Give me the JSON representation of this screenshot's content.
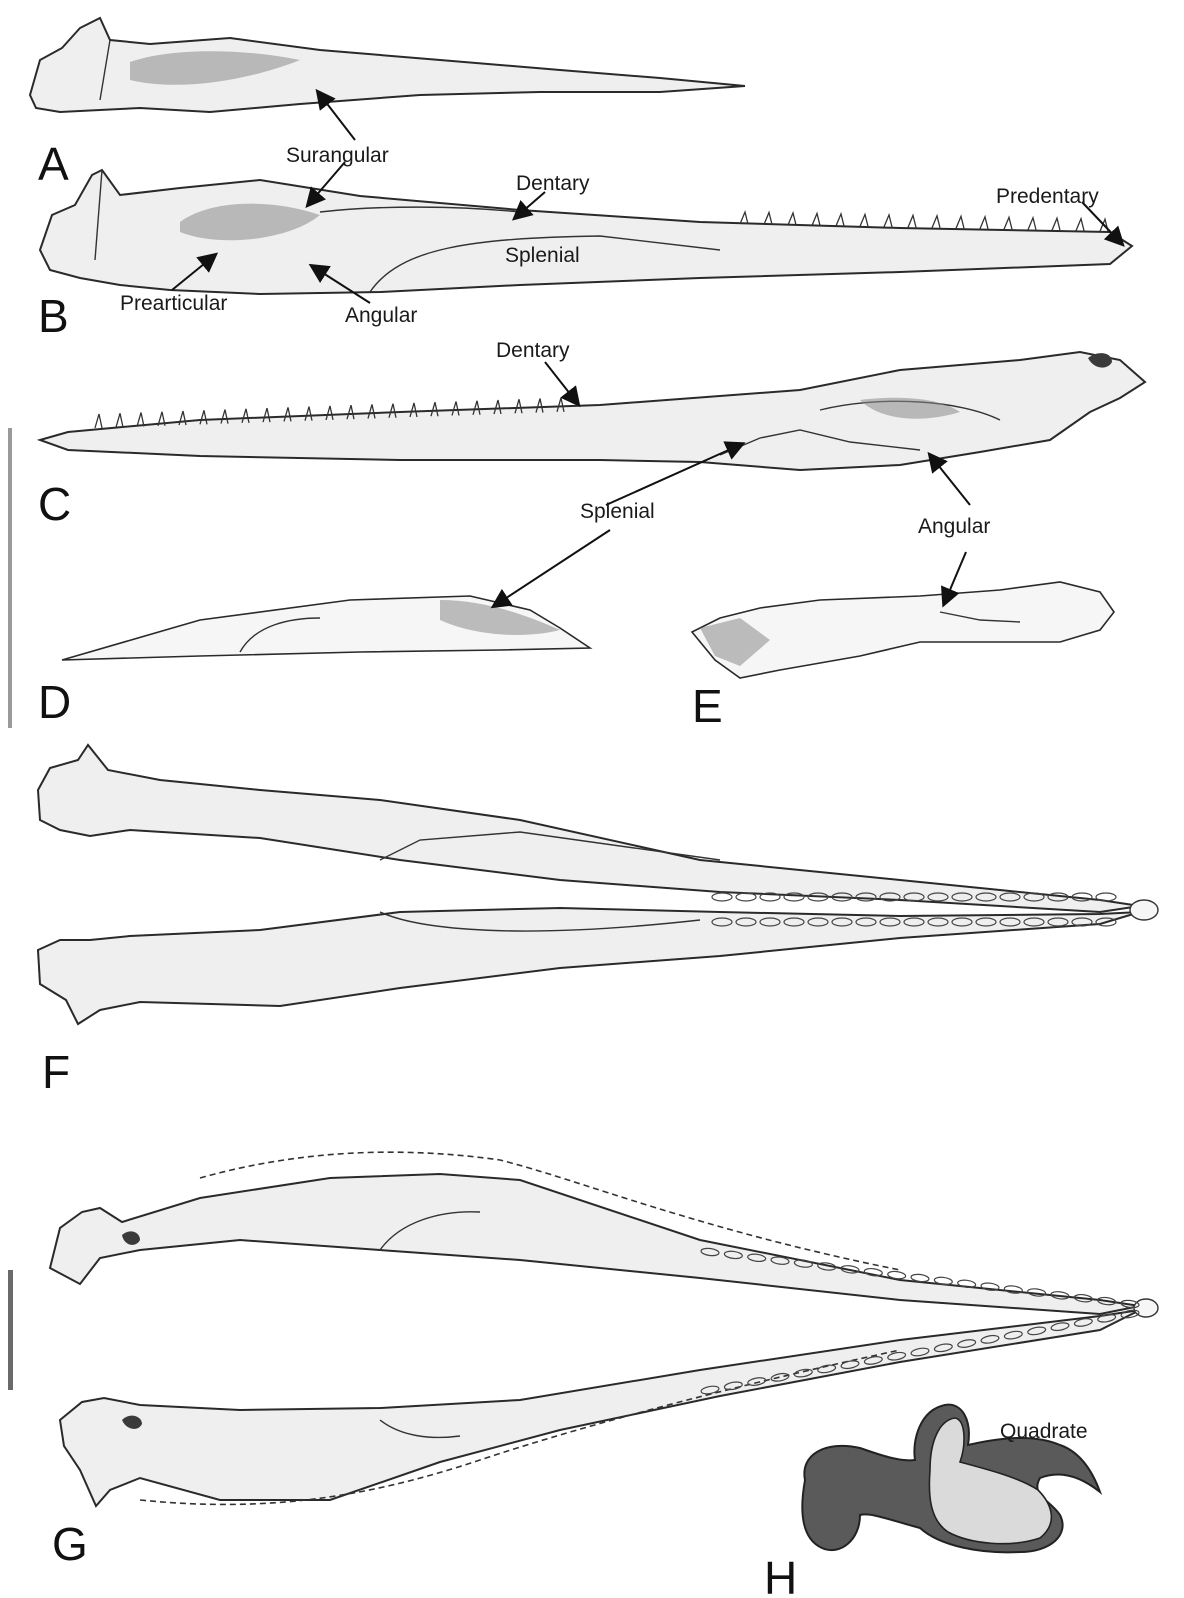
{
  "panels": {
    "a": "A",
    "b": "B",
    "c": "C",
    "d": "D",
    "e": "E",
    "f": "F",
    "g": "G",
    "h": "H"
  },
  "labels": {
    "surangular": "Surangular",
    "dentary_b": "Dentary",
    "predentary": "Predentary",
    "splenial_b": "Splenial",
    "prearticular": "Prearticular",
    "angular_b": "Angular",
    "dentary_c": "Dentary",
    "splenial_c": "Splenial",
    "angular_c": "Angular",
    "quadrate": "Quadrate"
  },
  "colors": {
    "ink": "#1a1a1a",
    "bone_fill": "#efefef",
    "shading": "#8a8a8a",
    "quadrate_fill": "#555555"
  }
}
